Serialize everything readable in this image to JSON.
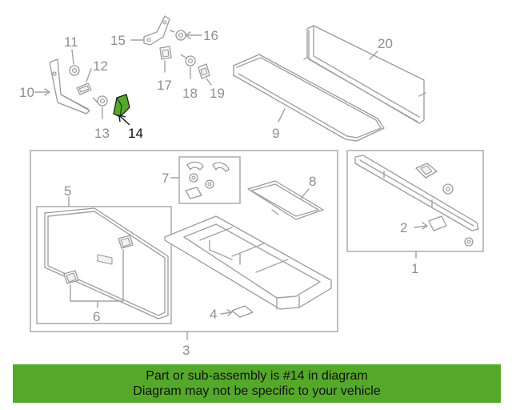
{
  "highlight_color": "#55a92a",
  "callouts": {
    "c1": "1",
    "c2": "2",
    "c3": "3",
    "c4": "4",
    "c5": "5",
    "c6": "6",
    "c7": "7",
    "c8": "8",
    "c9": "9",
    "c10": "10",
    "c11": "11",
    "c12": "12",
    "c13": "13",
    "c14": "14",
    "c15": "15",
    "c16": "16",
    "c17": "17",
    "c18": "18",
    "c19": "19",
    "c20": "20"
  },
  "banner": {
    "line1": "Part or sub-assembly is #14 in diagram",
    "line2": "Diagram may not be specific to your vehicle"
  }
}
